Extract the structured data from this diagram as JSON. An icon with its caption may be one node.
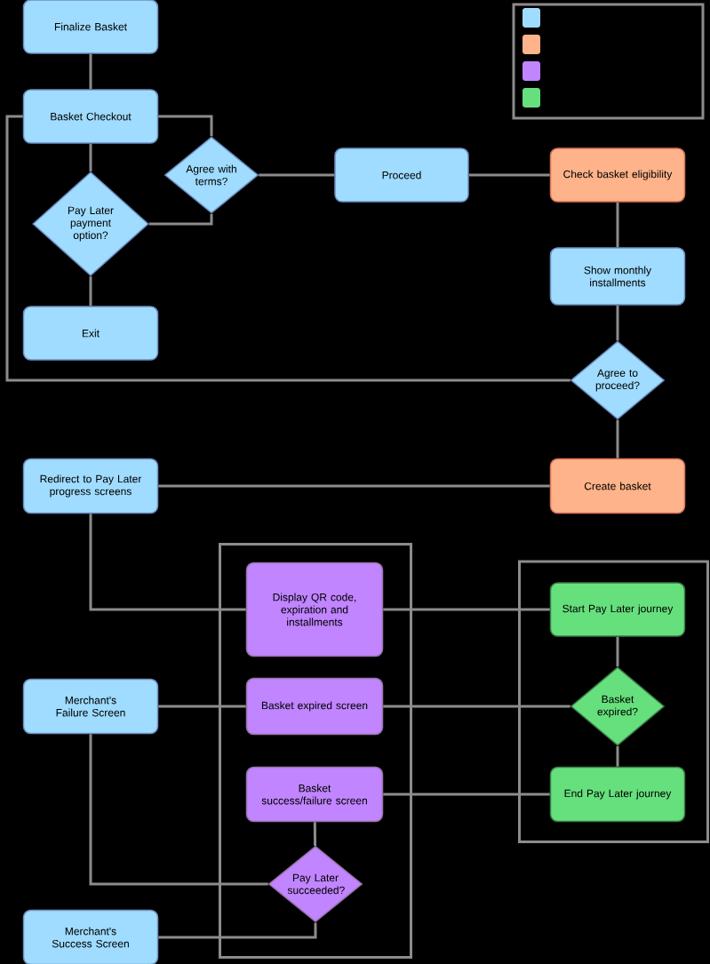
{
  "diagram": {
    "nodes": [
      {
        "text": [
          "Finalize Basket"
        ]
      },
      {
        "text": [
          "Basket Checkout"
        ]
      },
      {
        "text": [
          "Pay Later payment option?"
        ]
      },
      {
        "text": [
          "Agree with terms?"
        ]
      },
      {
        "text": [
          "Exit"
        ]
      },
      {
        "text": [
          "Proceed"
        ]
      },
      {
        "text": [
          "Check basket eligibility"
        ]
      },
      {
        "text": [
          "Show monthly installments"
        ]
      },
      {
        "text": [
          "Agree to proceed?"
        ]
      },
      {
        "text": [
          "Create basket"
        ]
      },
      {
        "text": [
          "Redirect to Pay Later progress screens"
        ]
      },
      {
        "text": [],
        "shape": "box"
      },
      {
        "text": [
          "Display QR code, expiration and installments"
        ],
        "in": 11
      },
      {
        "text": [],
        "shape": "box"
      },
      {
        "text": [
          "Start Pay Later journey"
        ],
        "in": 13
      },
      {
        "text": [
          "Merchant's Failure Screen"
        ]
      },
      {
        "text": [
          "Basket expired screen"
        ],
        "in": 11
      },
      {
        "text": [
          "Basket expired?"
        ],
        "in": 13
      },
      {
        "text": [
          "Basket success/failure screen"
        ],
        "in": 11
      },
      {
        "text": [
          "End Pay Later journey"
        ],
        "in": 13
      },
      {
        "text": [
          "Pay Later succeeded?"
        ],
        "in": 11
      },
      {
        "text": [
          "Merchant's Success Screen"
        ]
      }
    ],
    "edges": [
      {
        "from": 0,
        "to": 1,
        "arrow": "none"
      },
      {
        "from": 1,
        "to": 2,
        "arrow": "none"
      },
      {
        "from": 1,
        "to": 3,
        "arrow": "none"
      },
      {
        "from": 2,
        "to": 3,
        "arrow": "none"
      },
      {
        "from": 2,
        "to": 4,
        "arrow": "none"
      },
      {
        "from": 3,
        "to": 5,
        "arrow": "none"
      },
      {
        "from": 5,
        "to": 6,
        "arrow": "none"
      },
      {
        "from": 6,
        "to": 7,
        "arrow": "none"
      },
      {
        "from": 7,
        "to": 8,
        "arrow": "none"
      },
      {
        "from": 8,
        "to": 1,
        "arrow": "none"
      },
      {
        "from": 8,
        "to": 9,
        "arrow": "none"
      },
      {
        "from": 9,
        "to": 10,
        "arrow": "none"
      },
      {
        "from": 10,
        "to": 12,
        "arrow": "none"
      },
      {
        "from": 12,
        "to": 14,
        "arrow": "none"
      },
      {
        "from": 14,
        "to": 17,
        "arrow": "none"
      },
      {
        "from": 17,
        "to": 16,
        "arrow": "none"
      },
      {
        "from": 16,
        "to": 15,
        "arrow": "none"
      },
      {
        "from": 17,
        "to": 19,
        "arrow": "none"
      },
      {
        "from": 19,
        "to": 18,
        "arrow": "none"
      },
      {
        "from": 18,
        "to": 20,
        "arrow": "none"
      },
      {
        "from": 20,
        "to": 15,
        "arrow": "none"
      },
      {
        "from": 20,
        "to": 21,
        "arrow": "none"
      }
    ]
  }
}
